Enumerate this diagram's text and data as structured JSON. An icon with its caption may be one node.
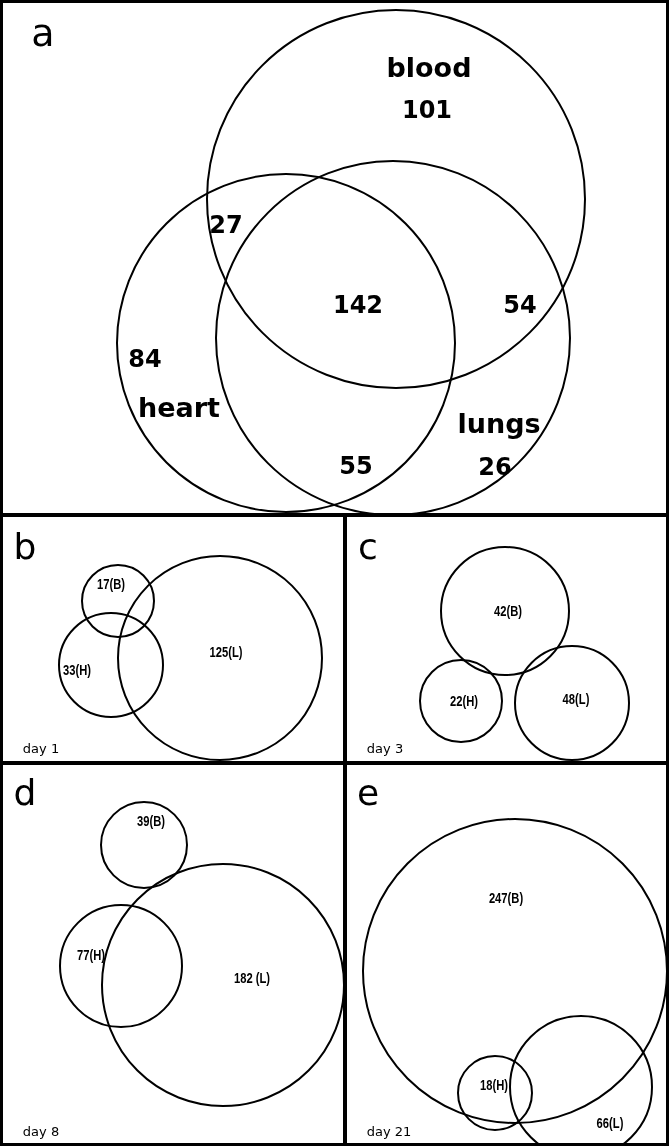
{
  "diagram": {
    "nodes": [
      {
        "text": [
          "a"
        ]
      },
      {
        "text": [
          "blood",
          "101"
        ],
        "in": 0
      },
      {
        "text": [
          "84",
          "heart"
        ],
        "in": 0
      },
      {
        "text": [
          "lungs",
          "26"
        ],
        "in": 0
      },
      {
        "text": [
          "b",
          "day 1"
        ]
      },
      {
        "text": [
          "17(B)"
        ],
        "in": 4
      },
      {
        "text": [
          "33(H)"
        ],
        "in": 4
      },
      {
        "text": [
          "125(L)"
        ],
        "in": 4
      },
      {
        "text": [
          "c",
          "day 3"
        ]
      },
      {
        "text": [
          "42(B)"
        ],
        "in": 8
      },
      {
        "text": [
          "22(H)"
        ],
        "in": 8
      },
      {
        "text": [
          "48(L)"
        ],
        "in": 8
      },
      {
        "text": [
          "d",
          "day 8"
        ]
      },
      {
        "text": [
          "39(B)"
        ],
        "in": 12
      },
      {
        "text": [
          "77(H)"
        ],
        "in": 12
      },
      {
        "text": [
          "182 (L)"
        ],
        "in": 12
      },
      {
        "text": [
          "e",
          "day 21"
        ]
      },
      {
        "text": [
          "247(B)"
        ],
        "in": 16
      },
      {
        "text": [
          "18(H)"
        ],
        "in": 16
      },
      {
        "text": [
          "66(L)"
        ],
        "in": 16
      }
    ],
    "edges": [],
    "labels": [
      "27",
      "142",
      "54",
      "55"
    ]
  }
}
